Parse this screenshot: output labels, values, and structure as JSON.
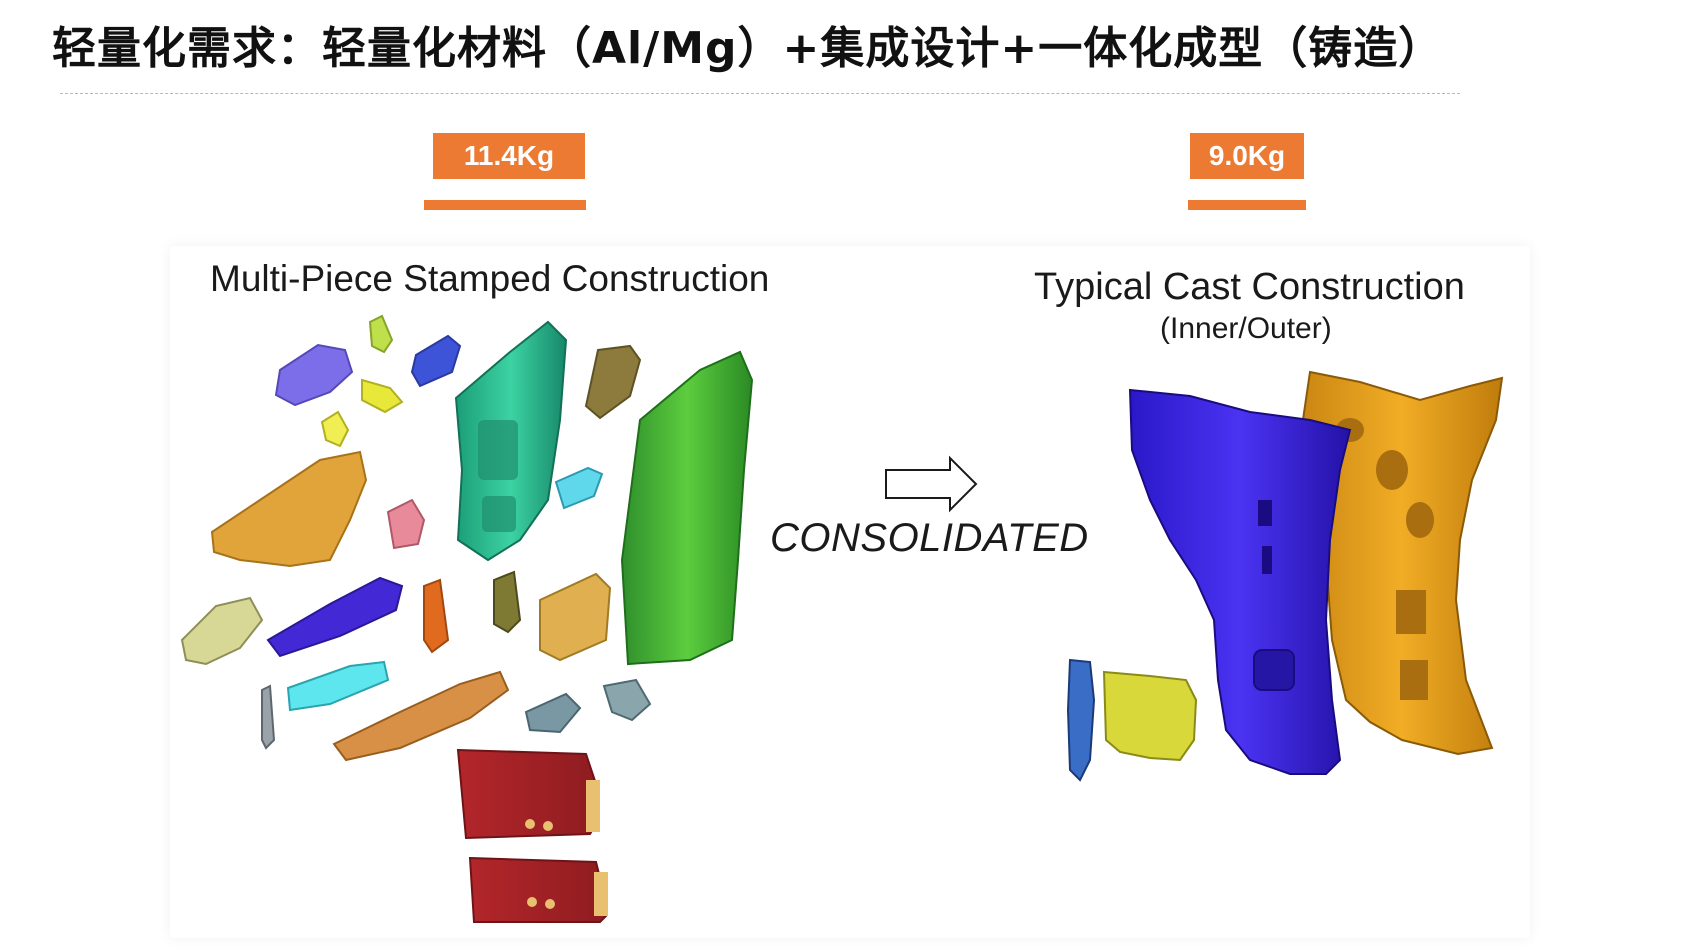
{
  "title": "轻量化需求：轻量化材料（Al/Mg）+集成设计+一体化成型（铸造）",
  "weights": {
    "left": "11.4Kg",
    "right": "9.0Kg"
  },
  "figure": {
    "left_caption": "Multi-Piece Stamped Construction",
    "right_caption": "Typical Cast Construction",
    "right_subcaption": "(Inner/Outer)",
    "arrow_label": "CONSOLIDATED"
  },
  "colors": {
    "accent": "#ec7a32"
  }
}
